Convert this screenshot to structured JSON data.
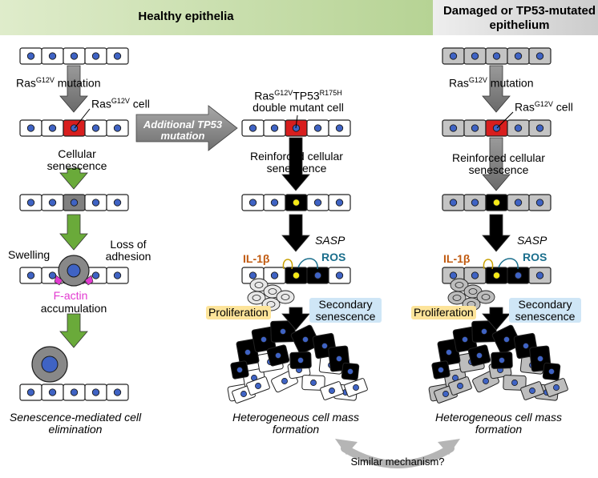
{
  "header": {
    "healthy_title": "Healthy epithelia",
    "damaged_title": "Damaged or TP53-mutated epithelium"
  },
  "left": {
    "ras_mutation": {
      "base": "Ras",
      "sup": "G12V",
      "rest": " mutation"
    },
    "ras_cell": {
      "base": "Ras",
      "sup": "G12V",
      "rest": " cell"
    },
    "cellular_senescence": "Cellular senescence",
    "swelling": "Swelling",
    "loss_of_adhesion": "Loss of adhesion",
    "factin": "F-actin",
    "accumulation": "accumulation",
    "caption": "Senescence-mediated cell elimination"
  },
  "middle": {
    "additional_arrow": "Additional TP53 mutation",
    "double_mutant_base": "Ras",
    "double_mutant_sup1": "G12V",
    "double_mutant_mid": "TP53",
    "double_mutant_sup2": "R175H",
    "double_mutant_rest": "double mutant cell",
    "reinforced": "Reinforced cellular senescence",
    "sasp": "SASP",
    "il1b": "IL-1β",
    "ros": "ROS",
    "proliferation": "Proliferation",
    "secondary": "Secondary senescence",
    "caption": "Heterogeneous cell mass formation"
  },
  "right": {
    "ras_mutation": {
      "base": "Ras",
      "sup": "G12V",
      "rest": " mutation"
    },
    "ras_cell": {
      "base": "Ras",
      "sup": "G12V",
      "rest": " cell"
    },
    "reinforced": "Reinforced cellular senescence",
    "sasp": "SASP",
    "il1b": "IL-1β",
    "ros": "ROS",
    "proliferation": "Proliferation",
    "secondary": "Secondary senescence",
    "caption": "Heterogeneous cell mass formation"
  },
  "bottom": {
    "similar": "Similar mechanism?"
  },
  "colors": {
    "header_left": "#c5dba6",
    "header_right": "#dcdcdc",
    "nucleus": "#3f63c4",
    "ras_cell": "#d81e1e",
    "senescent_dark": "#808080",
    "black_cell": "#000000",
    "yellow_nucleus": "#f6ea18",
    "green_arrow": "#6aaa3a",
    "gray_arrow": "#808080",
    "factin": "#e23ad0",
    "il1b": "#c05a10",
    "ros": "#1a6e8c",
    "proliferation_bg": "#fde49a",
    "secondary_bg": "#cfe6f6"
  }
}
